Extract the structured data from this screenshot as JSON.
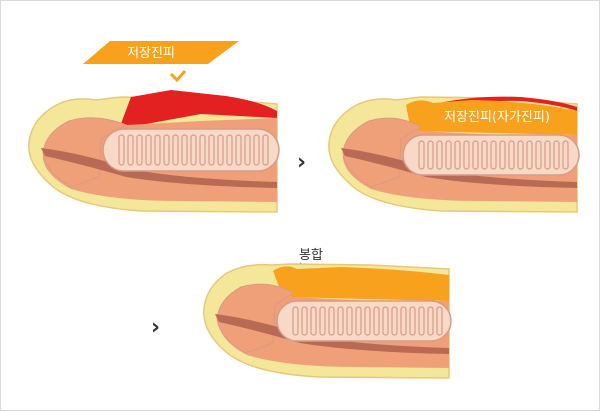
{
  "labels": {
    "graft_tag": "저장진피",
    "graft_autologous": "저장진피(자가진피)",
    "fusion": "봉합"
  },
  "arrows": [
    "›",
    "›"
  ],
  "colors": {
    "skin": "#f5e79a",
    "skin_outline": "#e8c77a",
    "tissue": "#f0a078",
    "tissue_dark": "#b86a55",
    "tube": "#f8d9c8",
    "tube_outline": "#d79b86",
    "graft_red": "#e42121",
    "graft_orange": "#f7a11c",
    "arrow": "#333333",
    "text_light": "#ffffff",
    "text_dark": "#333333"
  }
}
